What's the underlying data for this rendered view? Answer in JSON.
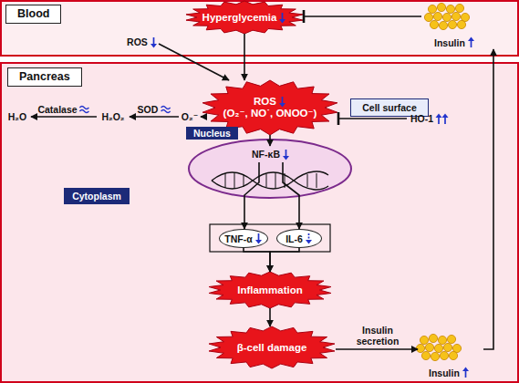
{
  "diagram": {
    "nodes": [
      {
        "text": [
          "Blood"
        ]
      },
      {
        "text": [
          "Hyperglycemia"
        ],
        "in": 0
      },
      {
        "text": [
          "ROS"
        ],
        "in": 0
      },
      {
        "text": [
          "Insulin"
        ],
        "in": 0
      },
      {
        "text": [
          "Pancreas"
        ]
      },
      {
        "text": [
          "Cell surface"
        ],
        "in": 4
      },
      {
        "text": [
          "ROS",
          "(O₂⁻, NO˙, ONOO⁻)"
        ],
        "in": 4
      },
      {
        "text": [
          "HO-1"
        ],
        "in": 4
      },
      {
        "text": [
          "O₂⁻"
        ],
        "in": 4
      },
      {
        "text": [
          "H₂O₂"
        ],
        "in": 4
      },
      {
        "text": [
          "H₂O"
        ],
        "in": 4
      },
      {
        "text": [
          "Nucleus"
        ],
        "in": 4
      },
      {
        "text": [
          "NF-κB"
        ],
        "in": 11
      },
      {
        "text": [
          "TNF-α"
        ],
        "in": 4
      },
      {
        "text": [
          "IL-6"
        ],
        "in": 4
      },
      {
        "text": [
          "Cytoplasm"
        ],
        "in": 4
      },
      {
        "text": [
          "Inflammation"
        ],
        "in": 4
      },
      {
        "text": [
          "β-cell damage"
        ],
        "in": 4
      },
      {
        "text": [
          "Insulin"
        ],
        "in": 4
      }
    ],
    "edges": [
      {
        "from": 1,
        "to": 6,
        "arrow": "to"
      },
      {
        "from": 2,
        "to": 6,
        "arrow": "to"
      },
      {
        "from": 7,
        "to": 6,
        "arrow": "to"
      },
      {
        "from": 6,
        "to": 8,
        "arrow": "to"
      },
      {
        "from": 8,
        "to": 9,
        "label": "SOD",
        "arrow": "to"
      },
      {
        "from": 9,
        "to": 10,
        "label": "Catalase",
        "arrow": "to"
      },
      {
        "from": 6,
        "to": 12,
        "arrow": "to"
      },
      {
        "from": 12,
        "to": 13,
        "arrow": "to"
      },
      {
        "from": 12,
        "to": 14,
        "arrow": "to"
      },
      {
        "from": 13,
        "to": 16,
        "arrow": "to"
      },
      {
        "from": 14,
        "to": 16,
        "arrow": "to"
      },
      {
        "from": 16,
        "to": 17,
        "arrow": "to"
      },
      {
        "from": 17,
        "to": 18,
        "label": "Insulin secretion",
        "arrow": "to"
      },
      {
        "from": 18,
        "to": 3,
        "arrow": "to"
      },
      {
        "from": 3,
        "to": 1,
        "arrow": "to"
      }
    ]
  }
}
